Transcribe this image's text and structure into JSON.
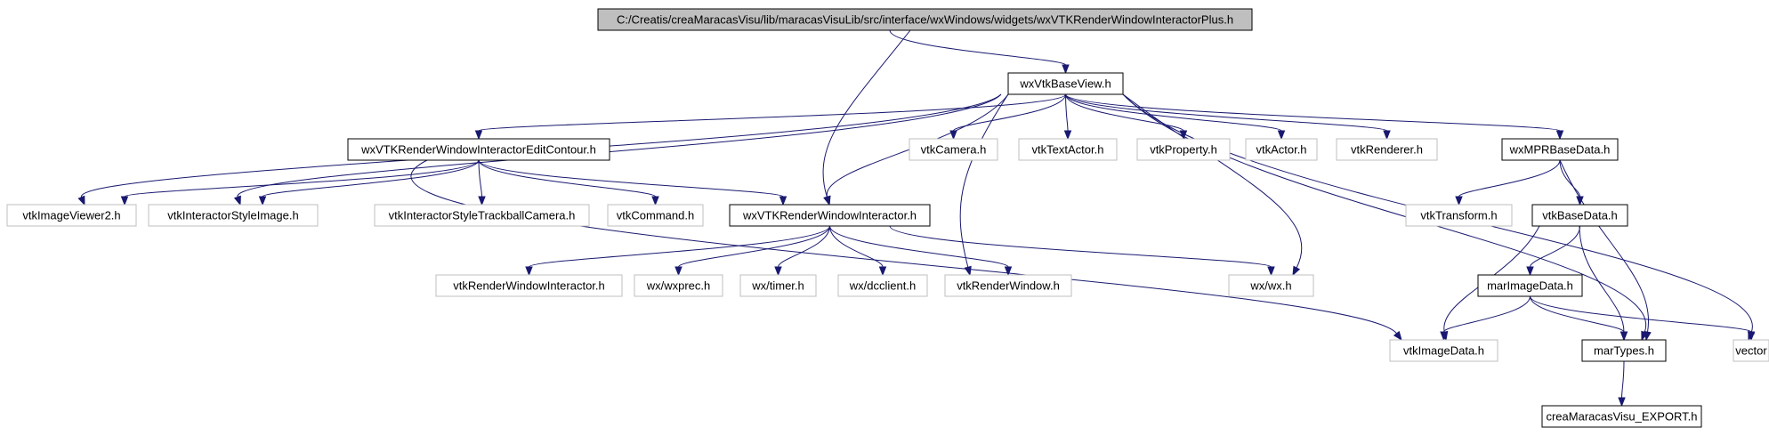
{
  "colors": {
    "edge": "#191970",
    "root_fill": "#bfbfbf",
    "documented_border": "#000000",
    "external_border": "#bfbfbf",
    "external_text": "#000000"
  },
  "nodes": {
    "root": "C:/Creatis/creaMaracasVisu/lib/maracasVisuLib/src/interface/wxWindows/widgets/wxVTKRenderWindowInteractorPlus.h",
    "wxVtkBaseView": "wxVtkBaseView.h",
    "editContour": "wxVTKRenderWindowInteractorEditContour.h",
    "vtkCamera": "vtkCamera.h",
    "vtkTextActor": "vtkTextActor.h",
    "vtkProperty": "vtkProperty.h",
    "vtkActor": "vtkActor.h",
    "vtkRenderer": "vtkRenderer.h",
    "wxMPRBaseData": "wxMPRBaseData.h",
    "vtkImageViewer2": "vtkImageViewer2.h",
    "vtkInteractorStyleImage": "vtkInteractorStyleImage.h",
    "vtkInteractorStyleTrackballCamera": "vtkInteractorStyleTrackballCamera.h",
    "vtkCommand": "vtkCommand.h",
    "wxVTKRWI": "wxVTKRenderWindowInteractor.h",
    "vtkTransform": "vtkTransform.h",
    "vtkBaseData": "vtkBaseData.h",
    "vtkRWI": "vtkRenderWindowInteractor.h",
    "wxwxprec": "wx/wxprec.h",
    "wxtimer": "wx/timer.h",
    "wxdcclient": "wx/dcclient.h",
    "vtkRenderWindow": "vtkRenderWindow.h",
    "wxwx": "wx/wx.h",
    "marImageData": "marImageData.h",
    "vtkImageData": "vtkImageData.h",
    "marTypes": "marTypes.h",
    "vector": "vector",
    "export": "creaMaracasVisu_EXPORT.h"
  }
}
